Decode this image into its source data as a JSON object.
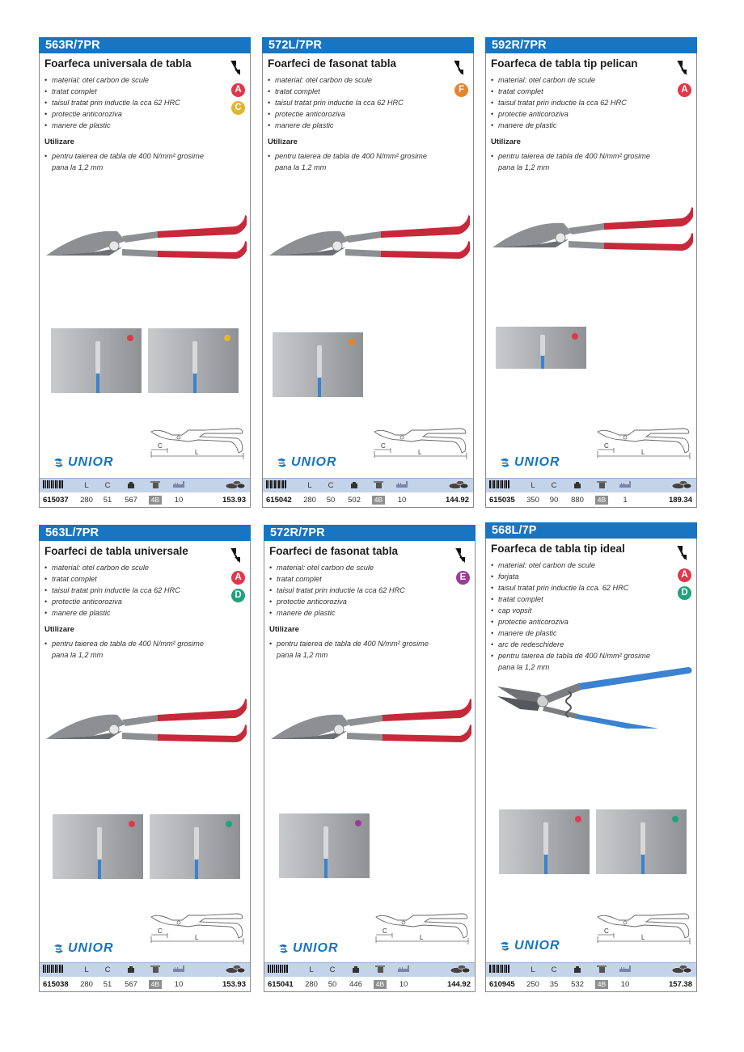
{
  "brand": "UNIOR",
  "colors": {
    "header_blue": "#1775c1",
    "spec_header_bg": "#c3d3ea",
    "handle_red": "#c7283a",
    "handle_blue": "#3b82d0",
    "badge_A": "#e0384b",
    "badge_C": "#e3b52e",
    "badge_D": "#1ea37a",
    "badge_E": "#9c3a9c",
    "badge_F": "#e8832a"
  },
  "spec_columns": {
    "code_icon": "barcode-icon",
    "length": "L",
    "cut": "C",
    "weight_icon": "weight-icon",
    "pack_icon": "box-icon",
    "qty_icon": "quantity-icon",
    "price_icon": "coins-icon"
  },
  "usage_label": "Utilizare",
  "products": [
    {
      "model": "563R/7PR",
      "title": "Foarfeca universala de tabla",
      "features": [
        "material: otel carbon de scule",
        "tratat complet",
        "taisul tratat prin inductie la cca 62 HRC",
        "protectie anticoroziva",
        "manere de plastic"
      ],
      "usage": [
        "pentru taierea de tabla de 400 N/mm² grosime pana la 1,2 mm"
      ],
      "badges": [
        "A",
        "C"
      ],
      "handle_color": "red",
      "photos": [
        "A",
        "C"
      ],
      "spec": {
        "code": "615037",
        "L": "280",
        "C": "51",
        "weight": "567",
        "pack": "4B",
        "qty": "10",
        "price": "153.93"
      }
    },
    {
      "model": "572L/7PR",
      "title": "Foarfeci de fasonat tabla",
      "features": [
        "material: otel carbon de scule",
        "tratat complet",
        "taisul tratat prin inductie la cca 62 HRC",
        "protectie anticoroziva",
        "manere de plastic"
      ],
      "usage": [
        "pentru taierea de tabla de 400 N/mm² grosime pana la 1,2 mm"
      ],
      "badges": [
        "F"
      ],
      "handle_color": "red",
      "photos": [
        "F"
      ],
      "spec": {
        "code": "615042",
        "L": "280",
        "C": "50",
        "weight": "502",
        "pack": "4B",
        "qty": "10",
        "price": "144.92"
      }
    },
    {
      "model": "592R/7PR",
      "title": "Foarfeca de tabla tip pelican",
      "features": [
        "material: otel carbon de scule",
        "tratat complet",
        "taisul tratat prin inductie la cca 62 HRC",
        "protectie anticoroziva",
        "manere de plastic"
      ],
      "usage": [
        "pentru taierea de tabla de 400 N/mm² grosime pana la 1,2 mm"
      ],
      "badges": [
        "A"
      ],
      "handle_color": "red",
      "photos": [
        "A"
      ],
      "spec": {
        "code": "615035",
        "L": "350",
        "C": "90",
        "weight": "880",
        "pack": "4B",
        "qty": "1",
        "price": "189.34"
      }
    },
    {
      "model": "563L/7PR",
      "title": "Foarfeci de tabla universale",
      "features": [
        "material: otel carbon de scule",
        "tratat complet",
        "taisul tratat prin inductie la cca 62 HRC",
        "protectie anticoroziva",
        "manere de plastic"
      ],
      "usage": [
        "pentru taierea de tabla de 400 N/mm² grosime pana la 1,2 mm"
      ],
      "badges": [
        "A",
        "D"
      ],
      "handle_color": "red",
      "photos": [
        "A",
        "D"
      ],
      "spec": {
        "code": "615038",
        "L": "280",
        "C": "51",
        "weight": "567",
        "pack": "4B",
        "qty": "10",
        "price": "153.93"
      }
    },
    {
      "model": "572R/7PR",
      "title": "Foarfeci de fasonat tabla",
      "features": [
        "material: otel carbon de scule",
        "tratat complet",
        "taisul tratat prin inductie la cca 62 HRC",
        "protectie anticoroziva",
        "manere de plastic"
      ],
      "usage": [
        "pentru taierea de tabla de 400 N/mm² grosime pana la 1,2 mm"
      ],
      "badges": [
        "E"
      ],
      "handle_color": "red",
      "photos": [
        "E"
      ],
      "spec": {
        "code": "615041",
        "L": "280",
        "C": "50",
        "weight": "446",
        "pack": "4B",
        "qty": "10",
        "price": "144.92"
      }
    },
    {
      "model": "568L/7P",
      "title": "Foarfeca de tabla tip ideal",
      "features": [
        "material: otel carbon de scule",
        "forjata",
        "taisul tratat prin inductie la cca. 62 HRC",
        "tratat complet",
        "cap vopsit",
        "protectie anticoroziva",
        "manere de plastic",
        "arc de redeschidere",
        "pentru taierea de tabla de 400 N/mm² grosime pana la 1,2 mm"
      ],
      "usage": [],
      "badges": [
        "A",
        "D"
      ],
      "handle_color": "blue",
      "photos": [
        "A",
        "D"
      ],
      "spec": {
        "code": "610945",
        "L": "250",
        "C": "35",
        "weight": "532",
        "pack": "4B",
        "qty": "10",
        "price": "157.38"
      }
    }
  ]
}
